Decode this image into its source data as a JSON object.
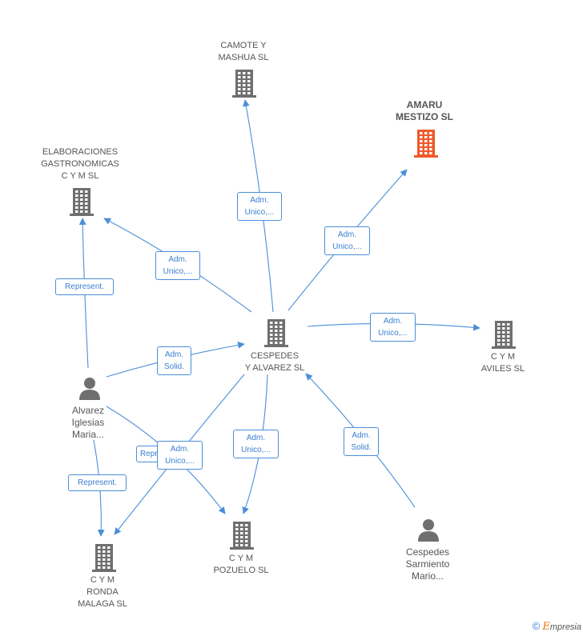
{
  "nodes": {
    "camote": {
      "label": "CAMOTE Y\nMASHUA  SL",
      "type": "company"
    },
    "amaru": {
      "label": "AMARU\nMESTIZO  SL",
      "type": "company-highlight"
    },
    "elaboraciones": {
      "label": "ELABORACIONES\nGASTRONOMICAS\nC Y M  SL",
      "type": "company"
    },
    "cespedes_alvarez": {
      "label": "CESPEDES\nY ALVAREZ SL",
      "type": "company"
    },
    "cym_aviles": {
      "label": "C Y M\nAVILES  SL",
      "type": "company"
    },
    "alvarez_person": {
      "label": "Alvarez\nIglesias\nMaria...",
      "type": "person"
    },
    "cym_ronda": {
      "label": "C Y M\nRONDA\nMALAGA  SL",
      "type": "company"
    },
    "cym_pozuelo": {
      "label": "C Y M\nPOZUELO  SL",
      "type": "company"
    },
    "cespedes_person": {
      "label": "Cespedes\nSarmiento\nMario...",
      "type": "person"
    }
  },
  "edge_labels": {
    "to_camote": "Adm.\nUnico,...",
    "to_amaru": "Adm.\nUnico,...",
    "to_elaboraciones": "Adm.\nUnico,...",
    "to_aviles": "Adm.\nUnico,...",
    "alvarez_to_cespedes": "Adm.\nSolid.",
    "alvarez_to_elaboraciones": "Represent.",
    "alvarez_to_ronda": "Represent.",
    "alvarez_to_pozuelo_partial": "Repr",
    "to_ronda": "Adm.\nUnico,...",
    "to_pozuelo": "Adm.\nUnico,...",
    "cespedes_person_to_company": "Adm.\nSolid."
  },
  "footer": {
    "copyright": "©",
    "brand_e": "E",
    "brand_rest": "mpresia"
  },
  "colors": {
    "edge": "#4a8fd8",
    "company_icon": "#6f6f6f",
    "highlight_icon": "#f05a28",
    "person_icon": "#6f6f6f"
  }
}
